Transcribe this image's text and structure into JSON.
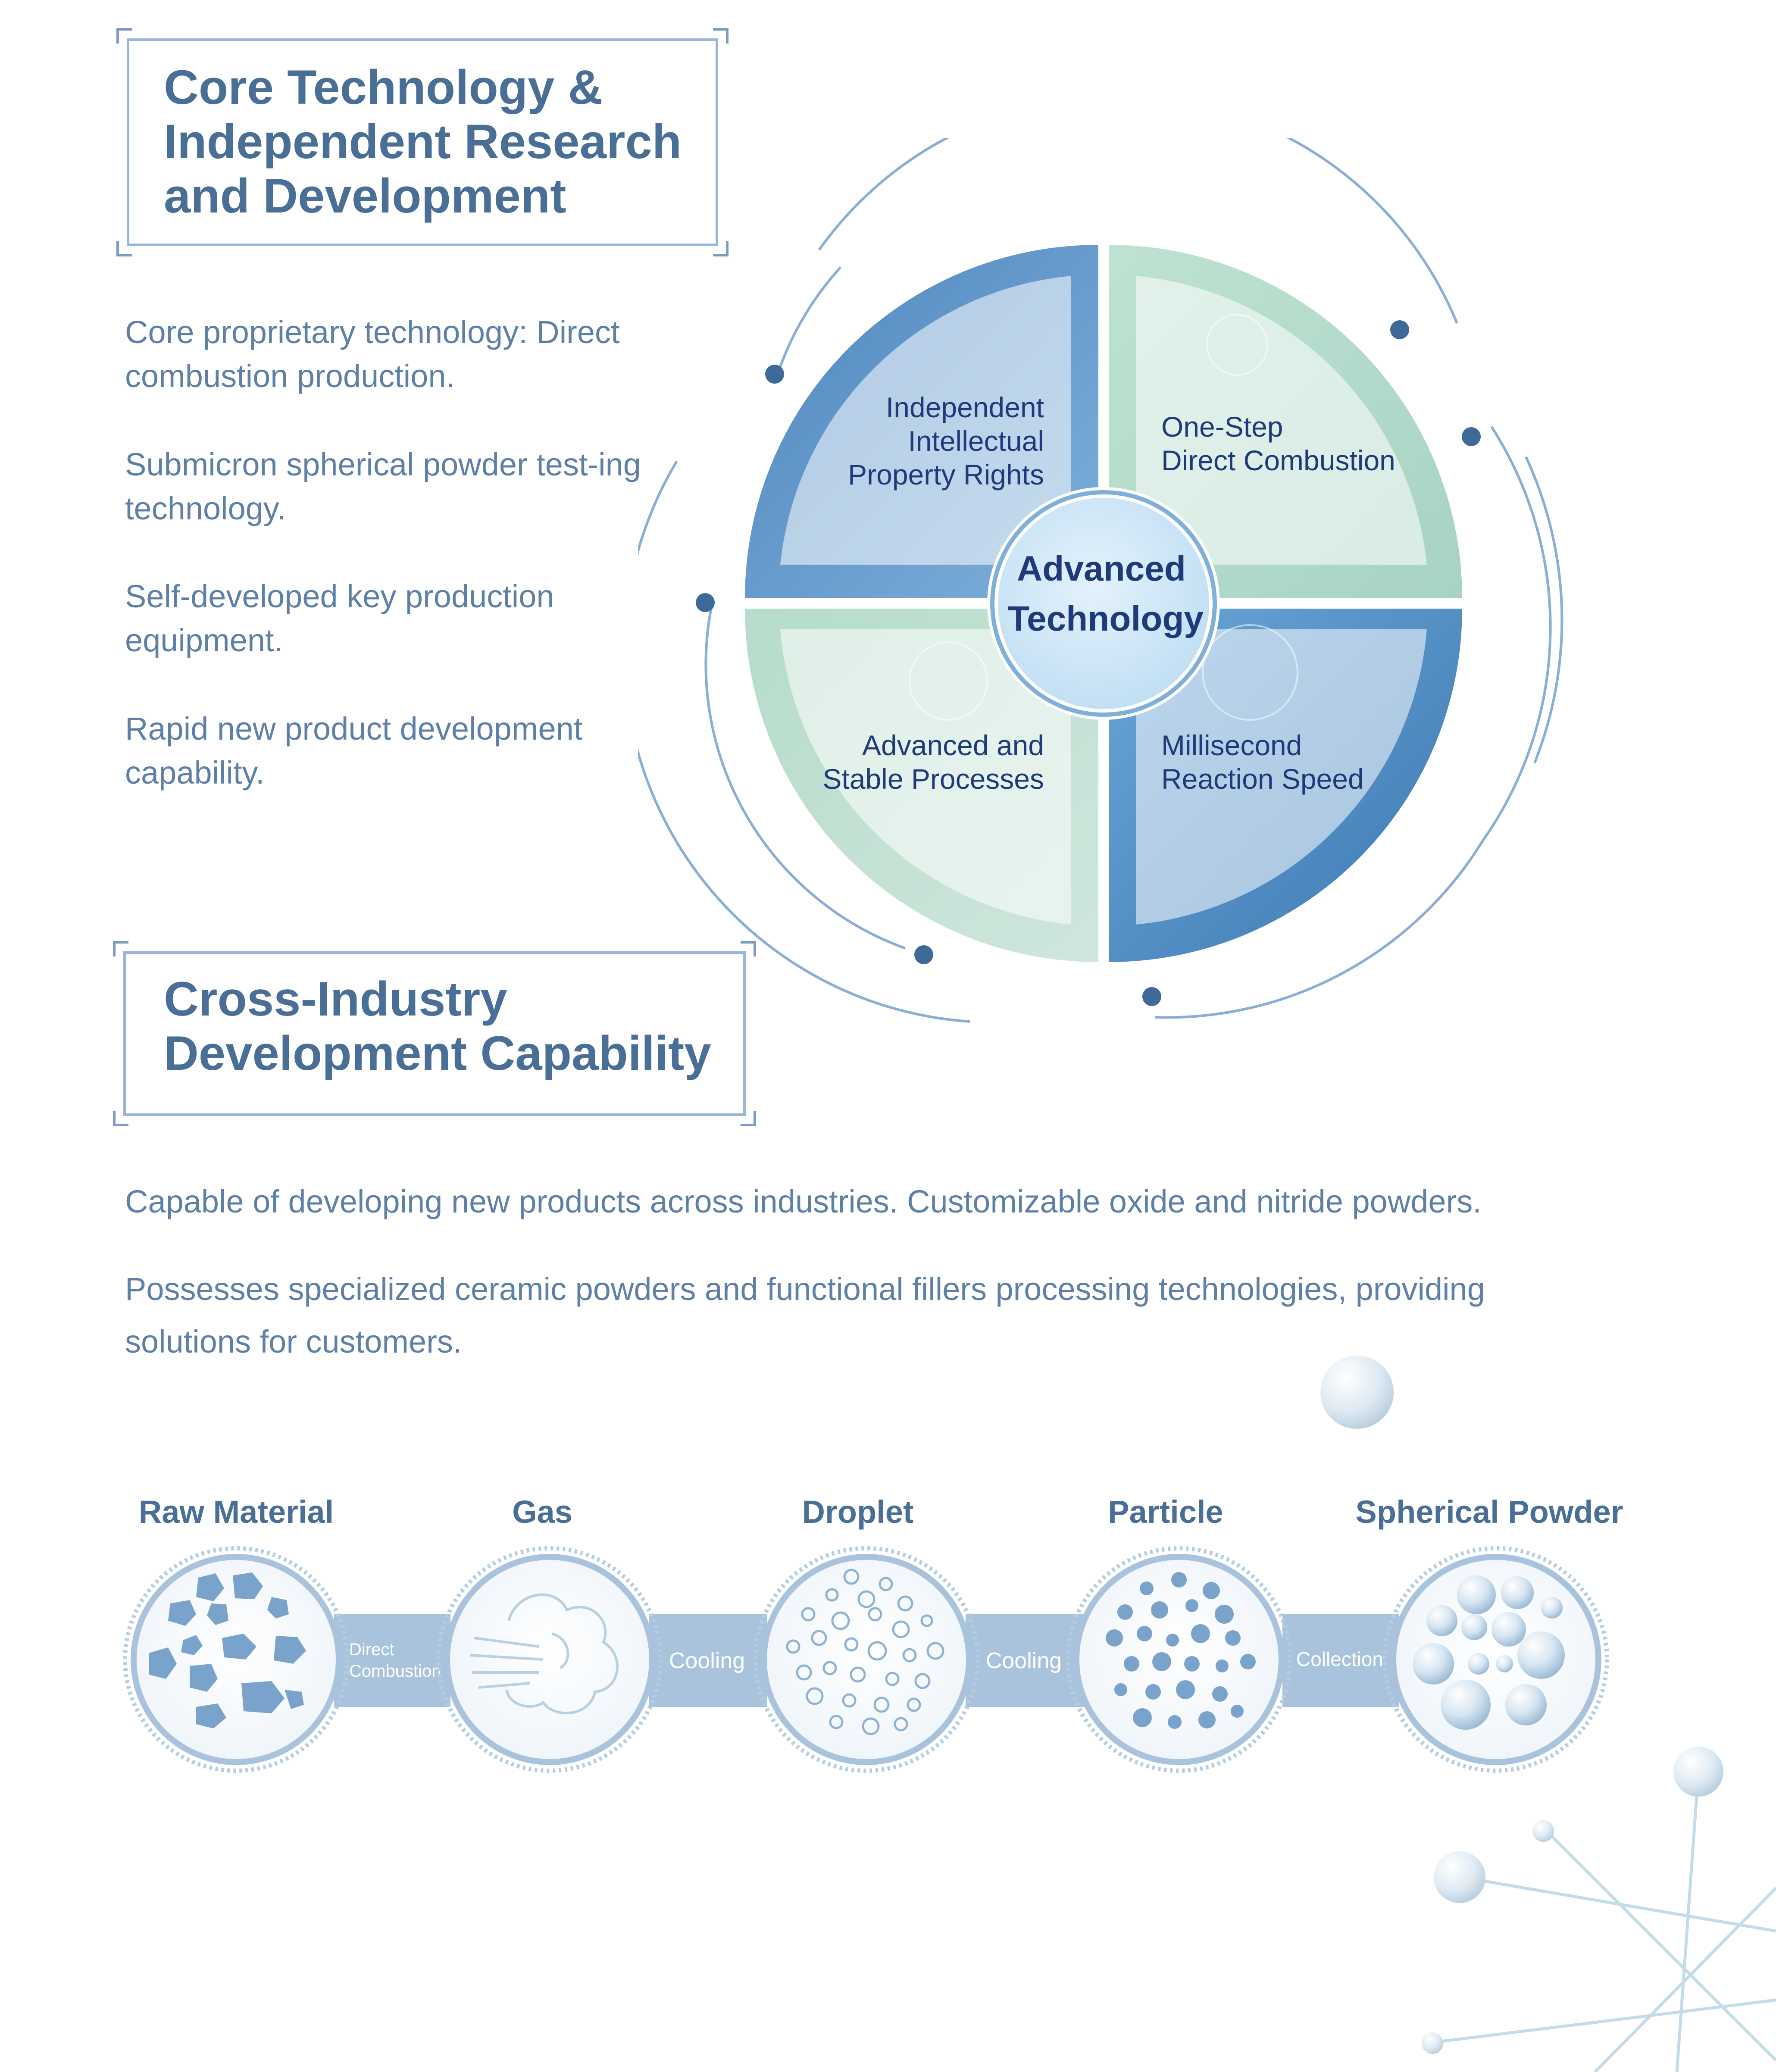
{
  "sections": {
    "core": {
      "title": "Core Technology &\n Independent Research\nand Development",
      "points": [
        "Core proprietary technology: Direct combustion production.",
        "Submicron spherical powder test-ing technology.",
        "Self-developed key production equipment.",
        "Rapid new product development capability."
      ]
    },
    "cross": {
      "title": "Cross-Industry\nDevelopment Capability",
      "paragraphs": [
        "Capable of developing new products across industries. Customizable oxide and nitride powders.",
        "Possesses specialized ceramic powders and functional fillers processing technologies, providing solutions for customers."
      ]
    }
  },
  "diagram": {
    "center_line1": "Advanced",
    "center_line2": "Technology",
    "quadrants": {
      "top_left": [
        "Independent",
        "Intellectual",
        "Property Rights"
      ],
      "top_right": [
        "One-Step",
        "Direct Combustion"
      ],
      "bottom_left": [
        "Advanced and",
        "Stable Processes"
      ],
      "bottom_right": [
        "Millisecond",
        "Reaction Speed"
      ]
    }
  },
  "process": {
    "stages": [
      "Raw Material",
      "Gas",
      "Droplet",
      "Particle",
      "Spherical Powder"
    ],
    "connectors": [
      [
        "Direct",
        "Combustion"
      ],
      [
        "Cooling"
      ],
      [
        "Cooling"
      ],
      [
        "Collection"
      ]
    ]
  },
  "colors": {
    "title": "#4a6f96",
    "body_text": "#5e80a6",
    "quadrant_text": "#1f3a7a",
    "frame": "#9ab6d6",
    "blue_quadrant": "#5b93c9",
    "green_quadrant": "#b7dccd"
  }
}
